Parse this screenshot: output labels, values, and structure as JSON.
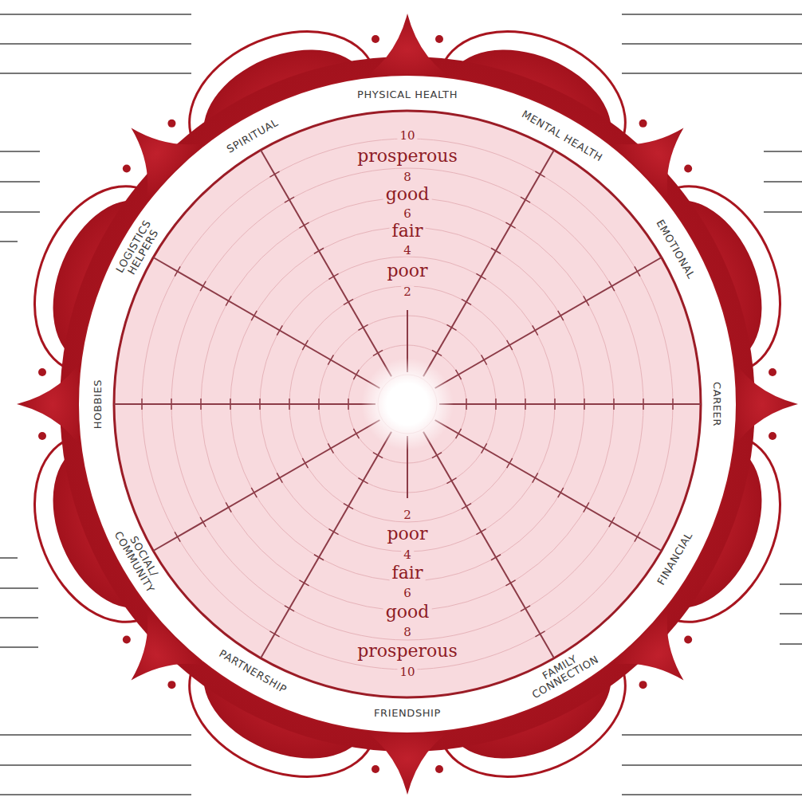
{
  "diagram": {
    "labels": [
      "PHYSICAL HEALTH",
      "MENTAL HEALTH",
      "EMOTIONAL",
      "CAREER",
      "FINANCIAL",
      "FAMILY CONNECTION",
      "FRIENDSHIP",
      "PARTNERSHIP",
      "SOCIAL/ COMMUNITY",
      "HOBBIES",
      "LOGISTICS HELPERS",
      "SPIRITUAL",
      "10",
      "prosperous",
      "8",
      "good",
      "6",
      "fair",
      "4",
      "poor",
      "2",
      "2",
      "poor",
      "4",
      "fair",
      "6",
      "good",
      "8",
      "prosperous",
      "10"
    ]
  }
}
